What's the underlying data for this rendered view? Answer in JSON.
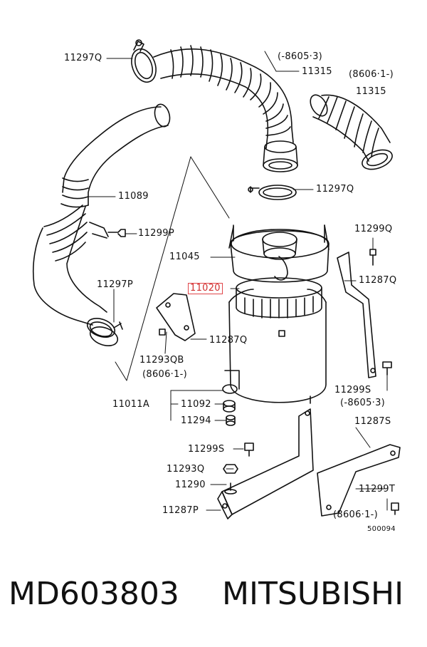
{
  "diagram": {
    "code": "500094",
    "labels": {
      "11297Q_top": "11297Q",
      "range_a": "(-8605·3)",
      "11315_a": "11315",
      "range_b": "(8606·1-)",
      "11315_b": "11315",
      "11297Q_mid": "11297Q",
      "11089": "11089",
      "11299P": "11299P",
      "11045": "11045",
      "11020": "11020",
      "11299Q": "11299Q",
      "11287Q_r": "11287Q",
      "11297P": "11297P",
      "11287Q_c": "11287Q",
      "11293QB": "11293QB",
      "range_c": "(8606·1-)",
      "11299S": "11299S",
      "range_d": "(-8605·3)",
      "11011A": "11011A",
      "11092": "11092",
      "11294": "11294",
      "11287S": "11287S",
      "11299S_b": "11299S",
      "11293Q": "11293Q",
      "11290": "11290",
      "11299T": "11299T",
      "11287P": "11287P",
      "range_e": "(8606·1-)"
    }
  },
  "footer": {
    "part_number": "MD603803",
    "brand": "MITSUBISHI"
  },
  "colors": {
    "ink": "#111111",
    "highlight": "#e0464a"
  }
}
